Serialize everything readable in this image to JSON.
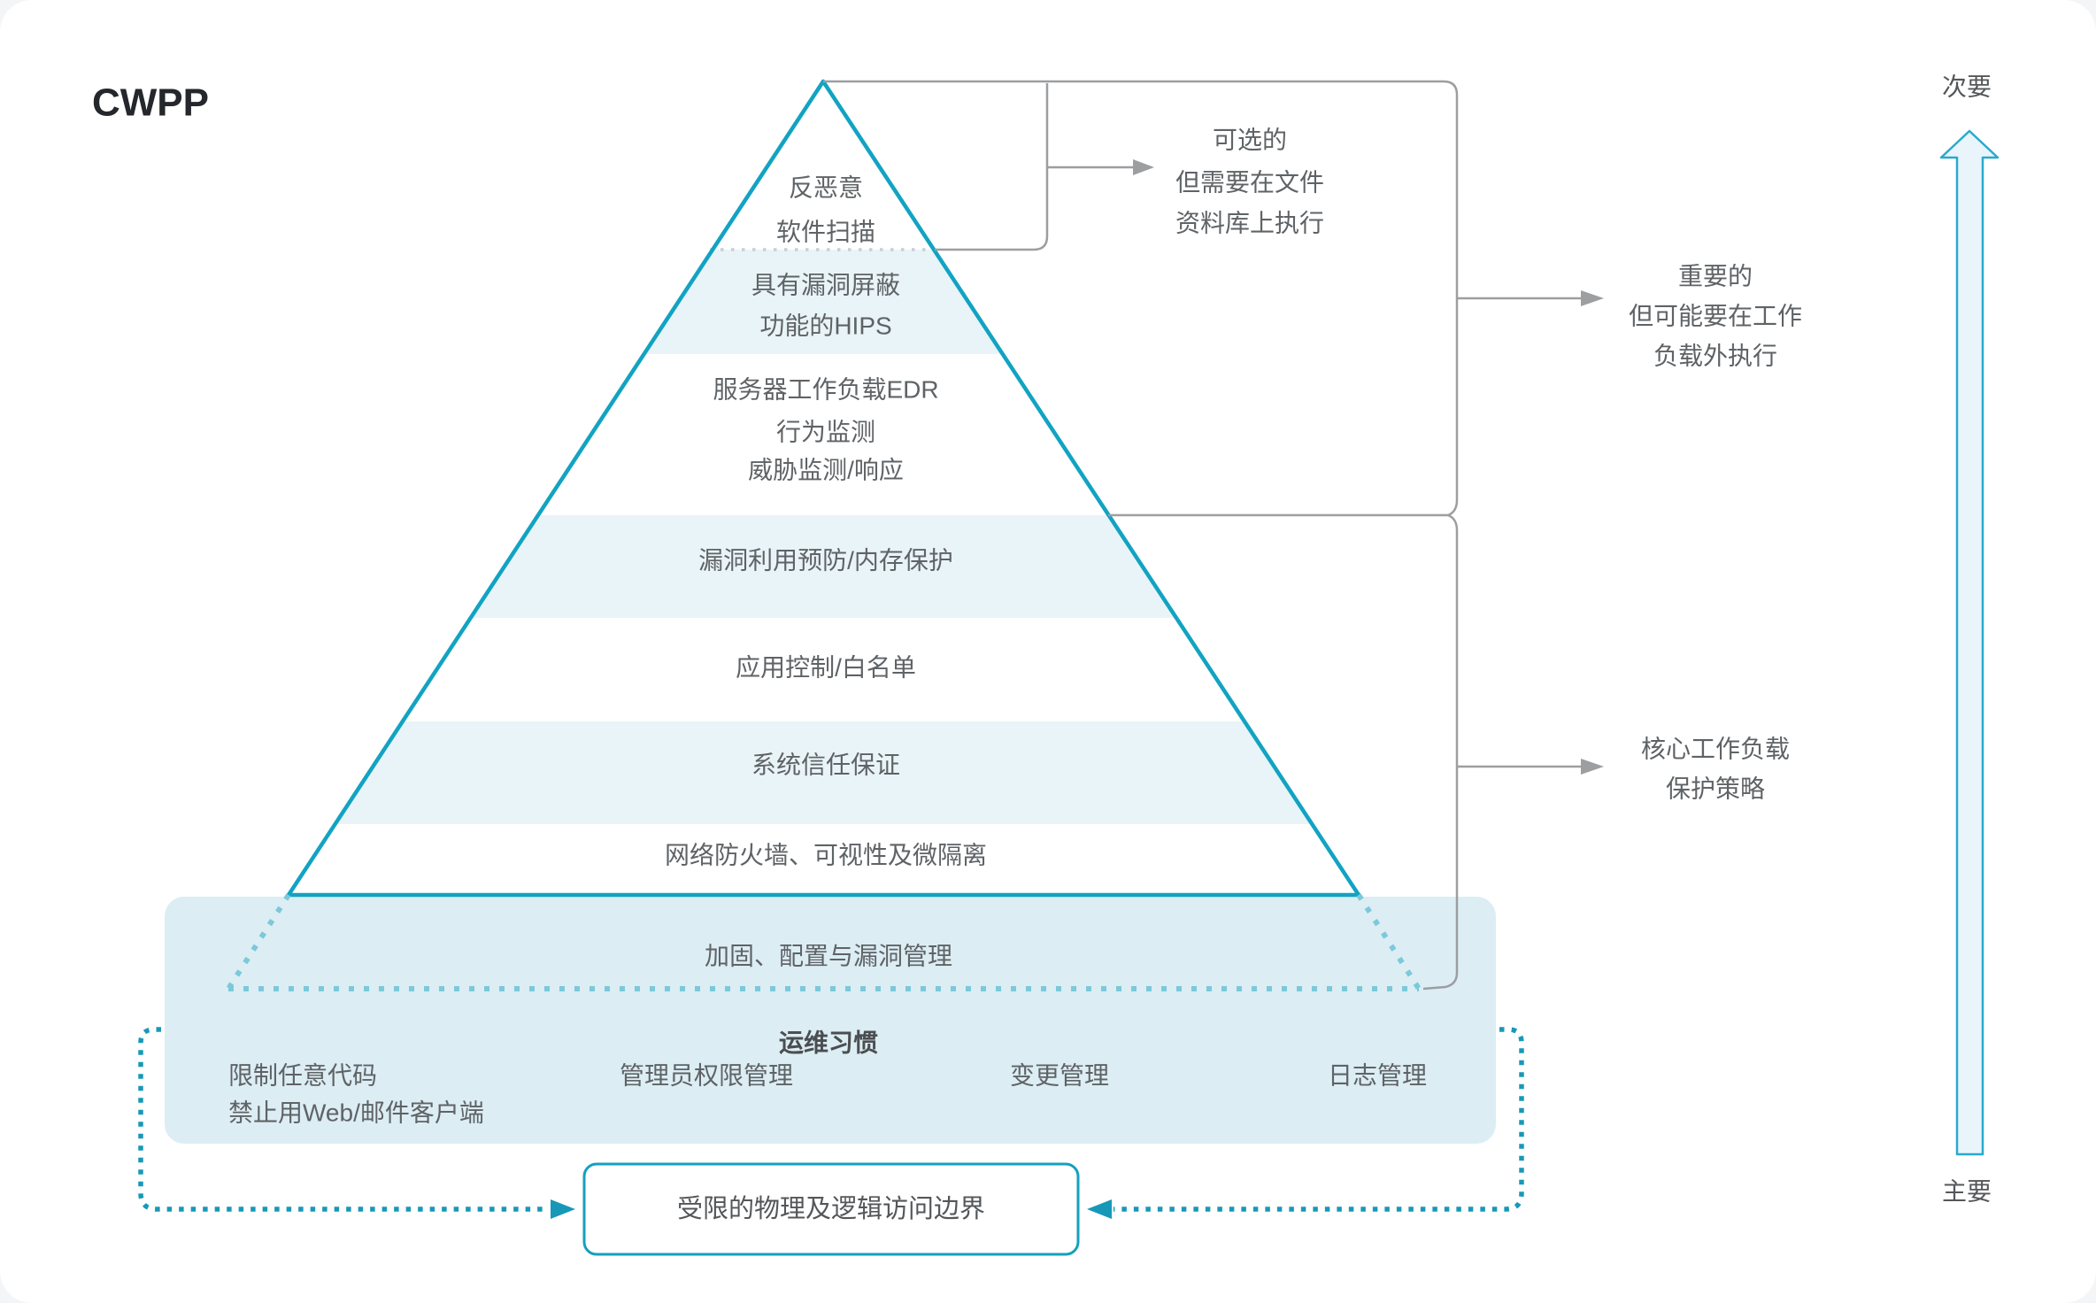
{
  "page": {
    "title": "CWPP"
  },
  "pyramid": {
    "layers": [
      {
        "name": "anti-malware-scanning",
        "lines": [
          "反恶意",
          "软件扫描"
        ]
      },
      {
        "name": "hips-vuln-shielding",
        "lines": [
          "具有漏洞屏蔽",
          "功能的HIPS"
        ]
      },
      {
        "name": "server-workload-edr",
        "lines": [
          "服务器工作负载EDR",
          "行为监测",
          "威胁监测/响应"
        ]
      },
      {
        "name": "exploit-prevention",
        "lines": [
          "漏洞利用预防/内存保护"
        ]
      },
      {
        "name": "app-control-whitelist",
        "lines": [
          "应用控制/白名单"
        ]
      },
      {
        "name": "system-trust-assurance",
        "lines": [
          "系统信任保证"
        ]
      },
      {
        "name": "network-firewall-microseg",
        "lines": [
          "网络防火墙、可视性及微隔离"
        ]
      },
      {
        "name": "hardening-config-vuln-mgmt",
        "lines": [
          "加固、配置与漏洞管理"
        ]
      }
    ]
  },
  "annotations": {
    "optional": {
      "lines": [
        "可选的",
        "但需要在文件",
        "资料库上执行"
      ]
    },
    "important": {
      "lines": [
        "重要的",
        "但可能要在工作",
        "负载外执行"
      ]
    },
    "core": {
      "lines": [
        "核心工作负载",
        "保护策略"
      ]
    }
  },
  "ops": {
    "title": "运维习惯",
    "items": [
      "限制任意代码",
      "禁止用Web/邮件客户端",
      "管理员权限管理",
      "变更管理",
      "日志管理"
    ]
  },
  "boundary": {
    "label": "受限的物理及逻辑访问边界"
  },
  "axis": {
    "top_label": "次要",
    "bottom_label": "主要"
  },
  "colors": {
    "pyramid_outline": "#12a3c2",
    "pyramid_dashed": "#7bc9da",
    "dotted_connector": "#1898b8",
    "band_blue": "#e9f4f8",
    "block_blue": "#dcedf4",
    "connector_gray": "#9c9ea0",
    "text_gray": "#5f6366",
    "axis_arrow_fill": "#e9f5fb",
    "axis_arrow_stroke": "#2aa9cd"
  }
}
